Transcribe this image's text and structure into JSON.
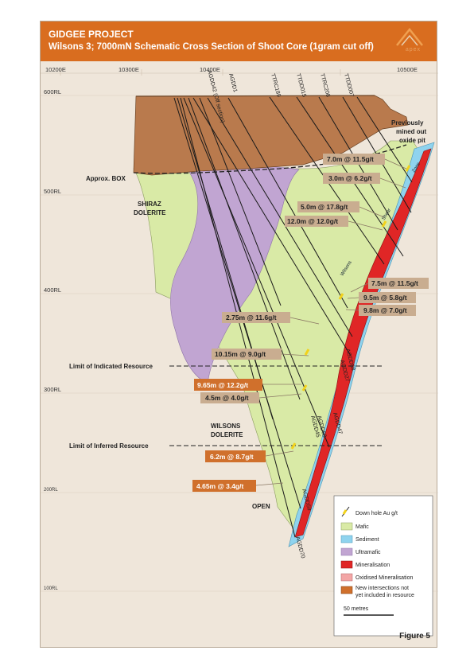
{
  "header": {
    "title": "GIDGEE PROJECT",
    "subtitle": "Wilsons 3; 7000mN Schematic Cross Section of Shoot Core (1gram cut off)",
    "logo": "apex"
  },
  "axes": {
    "eastings": [
      "10200E",
      "10300E",
      "10400E",
      "10500E"
    ],
    "reduced_levels": [
      "600RL",
      "500RL",
      "400RL",
      "300RL",
      "200RL",
      "100RL"
    ]
  },
  "drillholes": [
    "AGDD42 (Off section)",
    "AGDD1",
    "TTRC189",
    "TTDD015",
    "TTRC208",
    "TTDD007",
    "AGDD58",
    "AGDD27",
    "AGDD47",
    "AGDD45",
    "AGDD68",
    "AGDD59",
    "AGDD70"
  ],
  "intercepts": [
    {
      "text": "7.0m @ 11.5g/t",
      "new": false
    },
    {
      "text": "3.0m @ 6.2g/t",
      "new": false
    },
    {
      "text": "5.0m @ 17.8g/t",
      "new": false
    },
    {
      "text": "12.0m @ 12.0g/t",
      "new": false
    },
    {
      "text": "7.5m @ 11.5g/t",
      "new": false
    },
    {
      "text": "9.5m @ 5.8g/t",
      "new": false
    },
    {
      "text": "9.8m @ 7.0g/t",
      "new": false
    },
    {
      "text": "2.75m @ 11.6g/t",
      "new": false
    },
    {
      "text": "10.15m @ 9.0g/t",
      "new": false
    },
    {
      "text": "9.65m @ 12.2g/t",
      "new": true
    },
    {
      "text": "4.5m @ 4.0g/t",
      "new": false
    },
    {
      "text": "6.2m @ 8.7g/t",
      "new": true
    },
    {
      "text": "4.65m @ 3.4g/t",
      "new": true
    }
  ],
  "labels": {
    "approx_box": "Approx. BOX",
    "shiraz_1": "SHIRAZ",
    "shiraz_2": "DOLERITE",
    "wilsons_1": "WILSONS",
    "wilsons_2": "DOLERITE",
    "previously_1": "Previously",
    "previously_2": "mined out",
    "previously_3": "oxide pit",
    "indicated": "Limit of Indicated Resource",
    "inferred": "Limit of Inferred Resource",
    "open": "OPEN",
    "wilsons_lode": "Wilsons",
    "shear": "Shear",
    "zone": "Zone"
  },
  "legend": {
    "items": [
      {
        "label": "Down hole Au g/t",
        "color": "#222222"
      },
      {
        "label": "Mafic",
        "color": "#d9eaa6"
      },
      {
        "label": "Sediment",
        "color": "#8fd3ee"
      },
      {
        "label": "Ultramafic",
        "color": "#c1a5d2"
      },
      {
        "label": "Mineralisation",
        "color": "#e02626"
      },
      {
        "label": "Oxidised Mineralisation",
        "color": "#f3a6a6"
      },
      {
        "label": "New intersections not yet included in resource",
        "color": "#d0702c"
      }
    ],
    "new_line1": "New intersections not",
    "new_line2": "yet included in resource",
    "scale": "50 metres"
  },
  "figure_label": "Figure 5"
}
